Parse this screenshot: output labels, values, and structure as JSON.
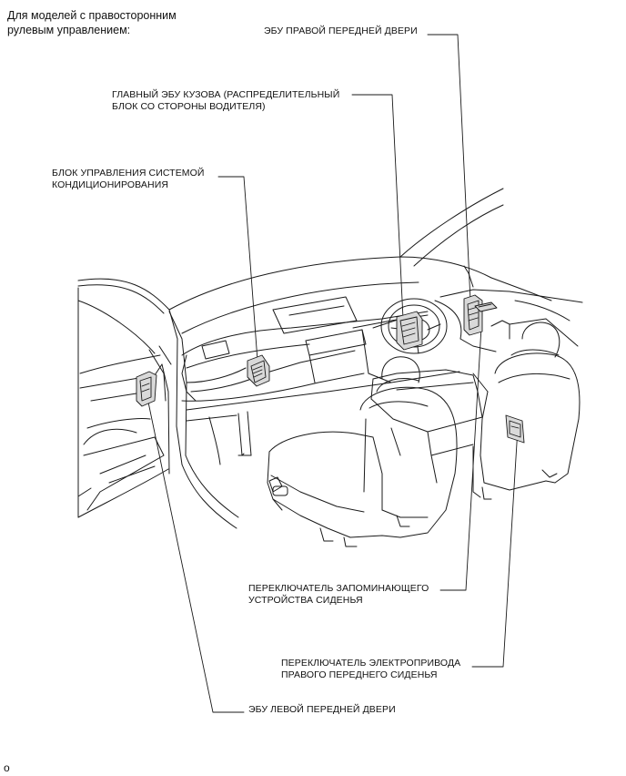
{
  "header": {
    "line1": "Для моделей с правосторонним",
    "line2": "рулевым управлением:"
  },
  "labels": {
    "right_front_door_ecu": "ЭБУ ПРАВОЙ ПЕРЕДНЕЙ ДВЕРИ",
    "main_body_ecu_line1": "ГЛАВНЫЙ ЭБУ КУЗОВА (РАСПРЕДЕЛИТЕЛЬНЫЙ",
    "main_body_ecu_line2": "БЛОК СО СТОРОНЫ ВОДИТЕЛЯ)",
    "ac_control_line1": "БЛОК УПРАВЛЕНИЯ СИСТЕМОЙ",
    "ac_control_line2": "КОНДИЦИОНИРОВАНИЯ",
    "seat_memory_line1": "ПЕРЕКЛЮЧАТЕЛЬ ЗАПОМИНАЮЩЕГО",
    "seat_memory_line2": "УСТРОЙСТВА СИДЕНЬЯ",
    "power_seat_line1": "ПЕРЕКЛЮЧАТЕЛЬ ЭЛЕКТРОПРИВОДА",
    "power_seat_line2": "ПРАВОГО ПЕРЕДНЕГО СИДЕНЬЯ",
    "left_front_door_ecu": "ЭБУ ЛЕВОЙ ПЕРЕДНЕЙ ДВЕРИ"
  },
  "footer_mark": "o",
  "colors": {
    "line": "#1a1a1a",
    "component_fill": "#d9d9d9"
  }
}
